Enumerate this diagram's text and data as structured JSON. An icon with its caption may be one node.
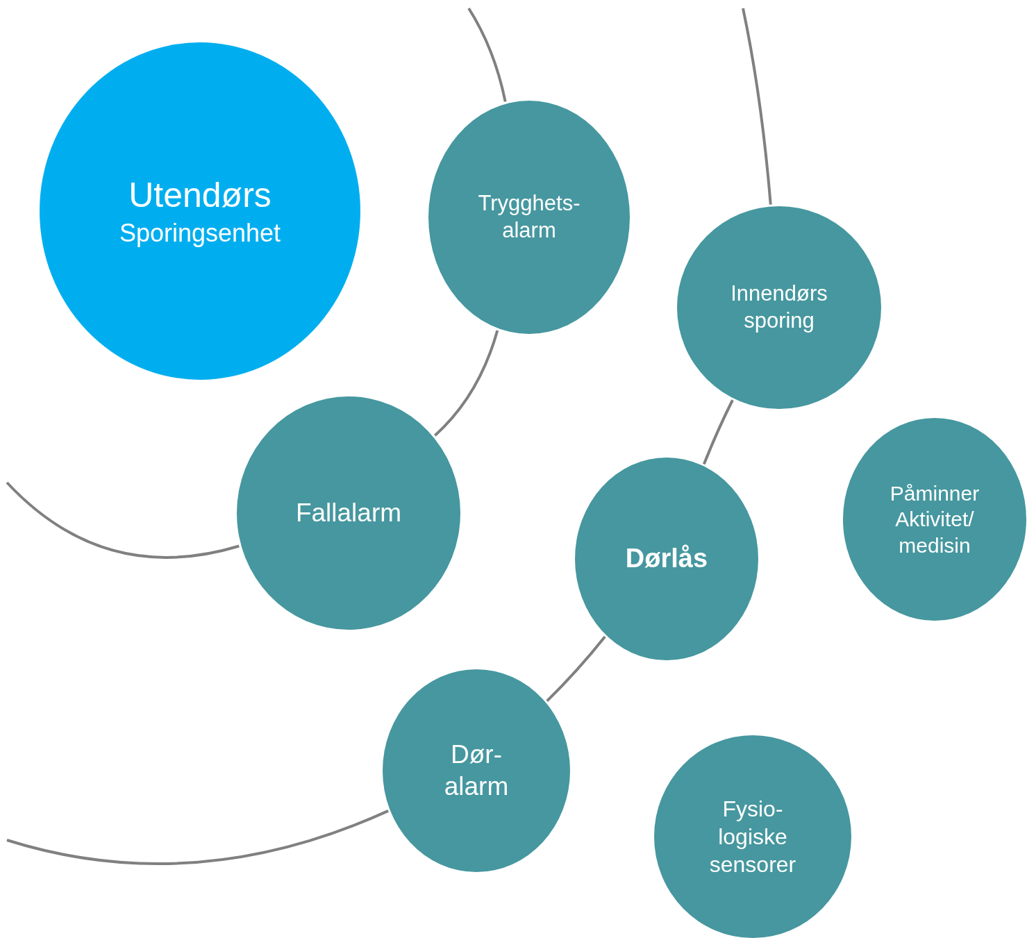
{
  "diagram": {
    "nodes": [
      {
        "text": [
          "Utendørs",
          "Sporingsenhet"
        ]
      },
      {
        "text": [
          "Trygghets- alarm"
        ]
      },
      {
        "text": [
          "Innendørs sporing"
        ]
      },
      {
        "text": [
          "Fallalarm"
        ]
      },
      {
        "text": [
          "Dørlås"
        ]
      },
      {
        "text": [
          "Påminner Aktivitet/ medisin"
        ]
      },
      {
        "text": [
          "Dør- alarm"
        ]
      },
      {
        "text": [
          "Fysio- logiske sensorer"
        ]
      }
    ],
    "edges": [
      {
        "from": null,
        "to": 1,
        "arrow": "none"
      },
      {
        "from": 1,
        "to": 3,
        "arrow": "none"
      },
      {
        "from": 3,
        "to": null,
        "arrow": "none"
      },
      {
        "from": null,
        "to": 2,
        "arrow": "none"
      },
      {
        "from": 2,
        "to": 4,
        "arrow": "none"
      },
      {
        "from": 4,
        "to": 6,
        "arrow": "none"
      },
      {
        "from": 6,
        "to": null,
        "arrow": "none"
      }
    ]
  }
}
